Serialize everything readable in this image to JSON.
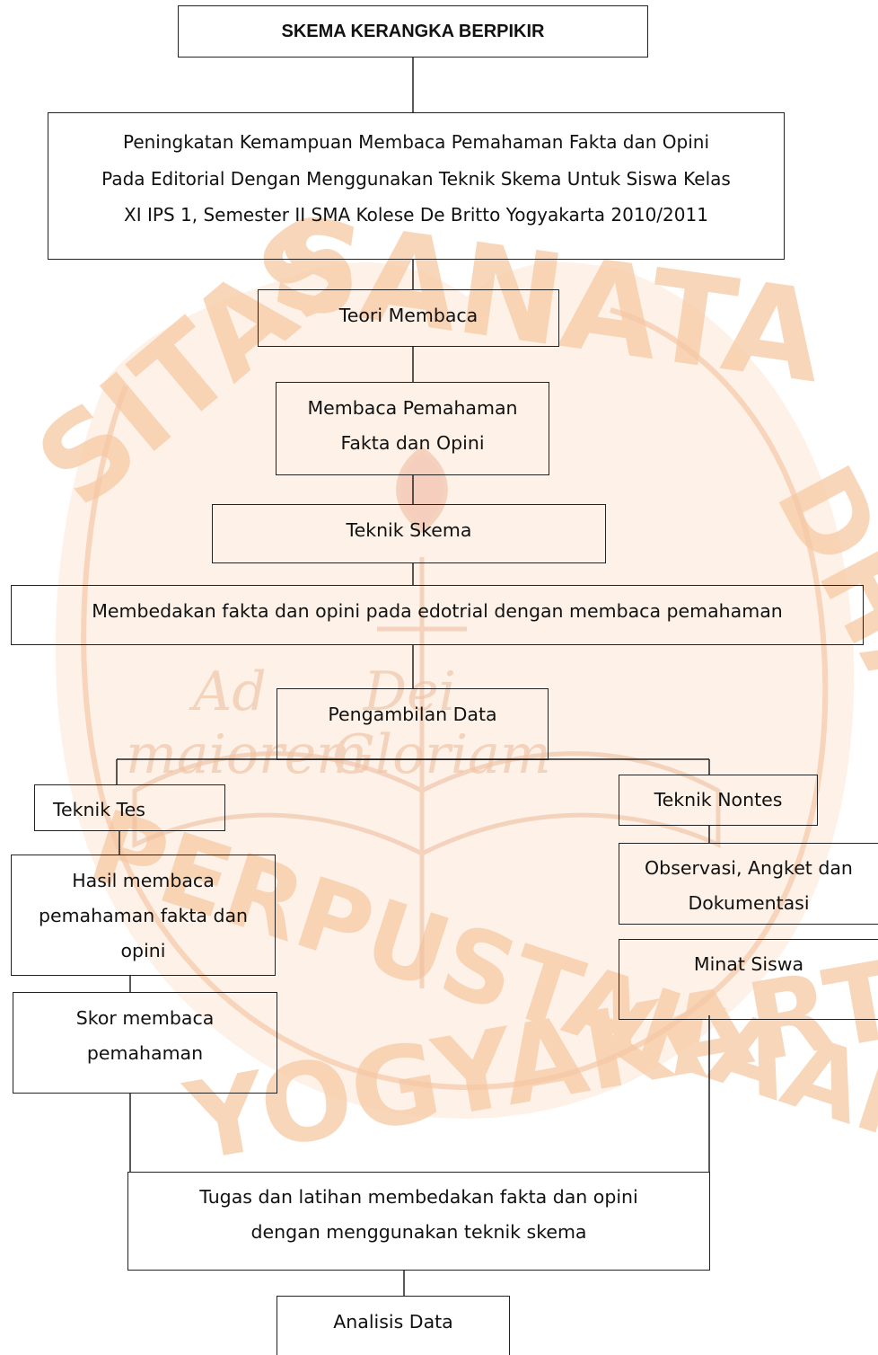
{
  "watermark": {
    "arc_text": "SITAS SANATA DHARMA",
    "bottom_text": "PERPUSTAKAAN YOGYAKARTA",
    "motto_words": [
      "Ad",
      "Dei",
      "maiorem",
      "Gloriam"
    ],
    "color": "#f6c9a3"
  },
  "diagram": {
    "title": "SKEMA KERANGKA BERPIKIR",
    "topic_lines": [
      "Peningkatan Kemampuan Membaca Pemahaman Fakta dan Opini",
      "Pada Editorial Dengan Menggunakan Teknik Skema Untuk Siswa Kelas",
      "XI IPS 1, Semester II SMA Kolese De Britto Yogyakarta 2010/2011"
    ],
    "theory": "Teori Membaca",
    "reading_lines": [
      "Membaca Pemahaman",
      "Fakta dan Opini"
    ],
    "technique": "Teknik Skema",
    "distinguish": "Membedakan fakta dan opini pada edotrial dengan membaca pemahaman",
    "data_collection": "Pengambilan Data",
    "test_technique": "Teknik Tes",
    "nontest_technique": "Teknik Nontes",
    "test_result_lines": [
      "Hasil membaca",
      "pemahaman fakta dan",
      "opini"
    ],
    "score_lines": [
      "Skor membaca",
      "pemahaman"
    ],
    "observation_lines": [
      "Observasi, Angket dan",
      "Dokumentasi"
    ],
    "interest": "Minat Siswa",
    "task_lines": [
      "Tugas dan latihan membedakan fakta dan opini",
      "dengan menggunakan teknik skema"
    ],
    "analysis": "Analisis Data"
  }
}
